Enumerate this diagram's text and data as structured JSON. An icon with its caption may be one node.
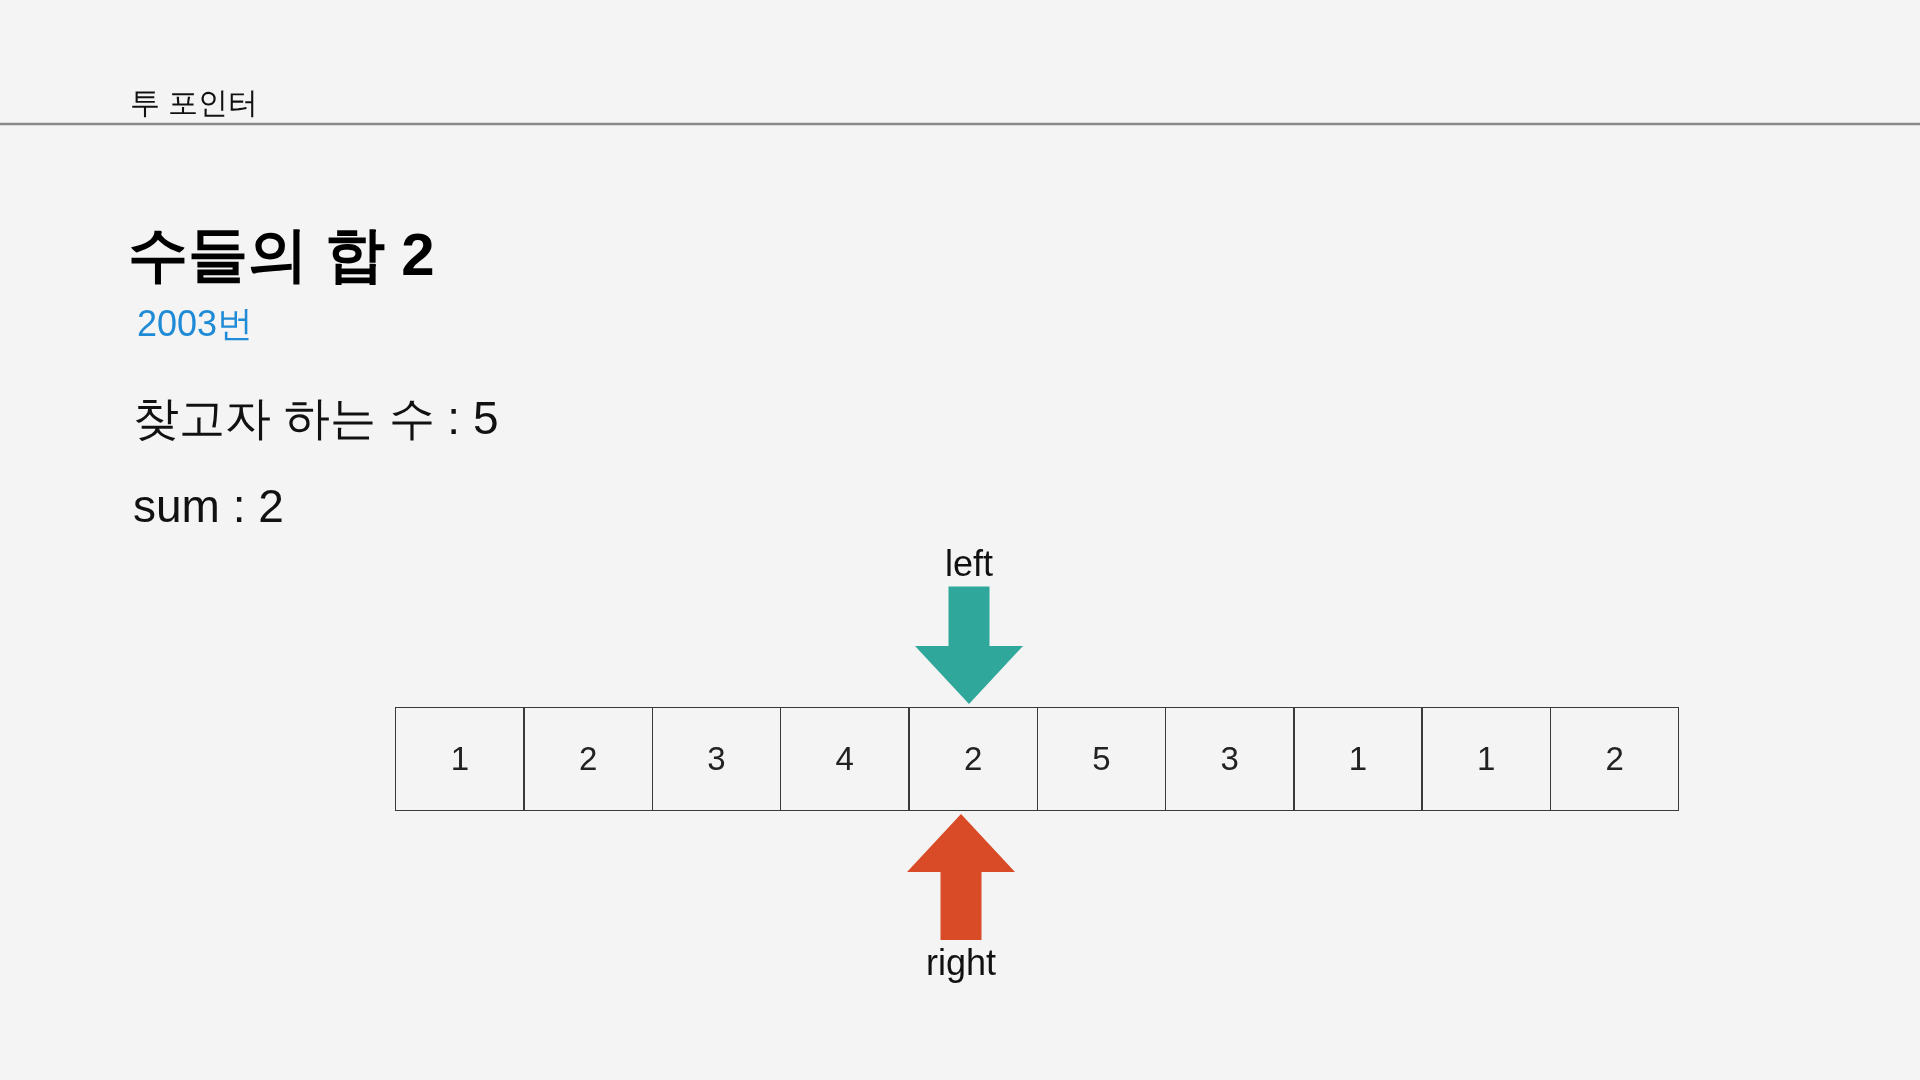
{
  "diagram": {
    "title": "수들의 합 2",
    "nodes": [
      {
        "text": [
          "left"
        ]
      },
      {
        "text": [
          "1"
        ]
      },
      {
        "text": [
          "2"
        ]
      },
      {
        "text": [
          "3"
        ]
      },
      {
        "text": [
          "4"
        ]
      },
      {
        "text": [
          "2"
        ]
      },
      {
        "text": [
          "5"
        ]
      },
      {
        "text": [
          "3"
        ]
      },
      {
        "text": [
          "1"
        ]
      },
      {
        "text": [
          "1"
        ]
      },
      {
        "text": [
          "2"
        ]
      },
      {
        "text": [
          "right"
        ]
      }
    ],
    "edges": [
      {
        "from": 0,
        "to": 5,
        "arrow": "to",
        "style": "thick",
        "color": "#2fa79a"
      },
      {
        "from": 11,
        "to": 5,
        "arrow": "to",
        "style": "thick",
        "color": "#d94b27"
      }
    ],
    "labels": [
      "투 포인터",
      "2003번",
      "찾고자 하는 수 : 5",
      "sum : 2"
    ]
  }
}
